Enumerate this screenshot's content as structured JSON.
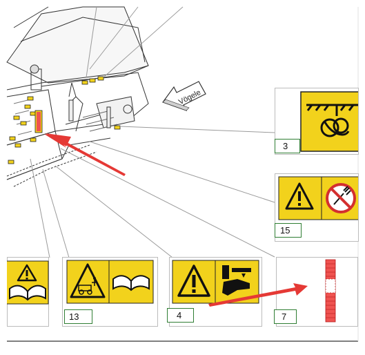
{
  "diagram": {
    "brand_arrow_text": "Vögele",
    "callouts": [
      {
        "id": "3",
        "label": "3"
      },
      {
        "id": "15",
        "label": "15"
      },
      {
        "id": "13",
        "label": "13"
      },
      {
        "id": "4",
        "label": "4"
      },
      {
        "id": "7",
        "label": "7"
      }
    ],
    "colors": {
      "sign_yellow": "#F2D21C",
      "label_box_border": "#2E7D32",
      "red_arrow": "#E53935",
      "red_marker": "#EF5350",
      "line_gray": "#9A9A9A",
      "prohibition_red": "#D32F2F"
    },
    "icons": [
      "warning-triangle-icon",
      "manual-book-icon",
      "hanging-hook-sign-icon",
      "no-spray-icon",
      "crushed-hand-icon",
      "run-over-vehicle-icon"
    ]
  }
}
